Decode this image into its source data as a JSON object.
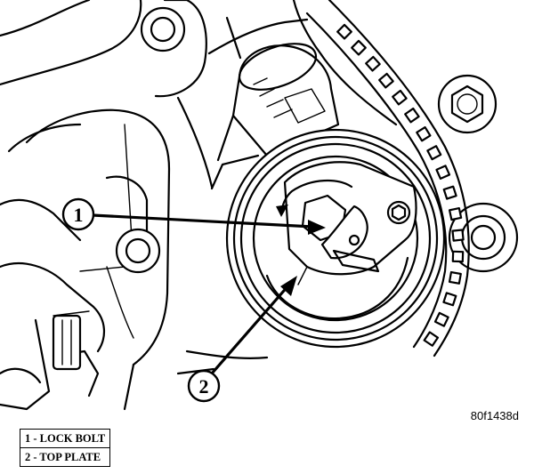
{
  "figure": {
    "id_label": "80f1438d"
  },
  "callouts": [
    {
      "number": "1",
      "name": "LOCK BOLT"
    },
    {
      "number": "2",
      "name": "TOP PLATE"
    }
  ],
  "legend": [
    {
      "text": "1 - LOCK BOLT"
    },
    {
      "text": "2 - TOP PLATE"
    }
  ],
  "colors": {
    "ink": "#000000",
    "paper": "#ffffff"
  }
}
